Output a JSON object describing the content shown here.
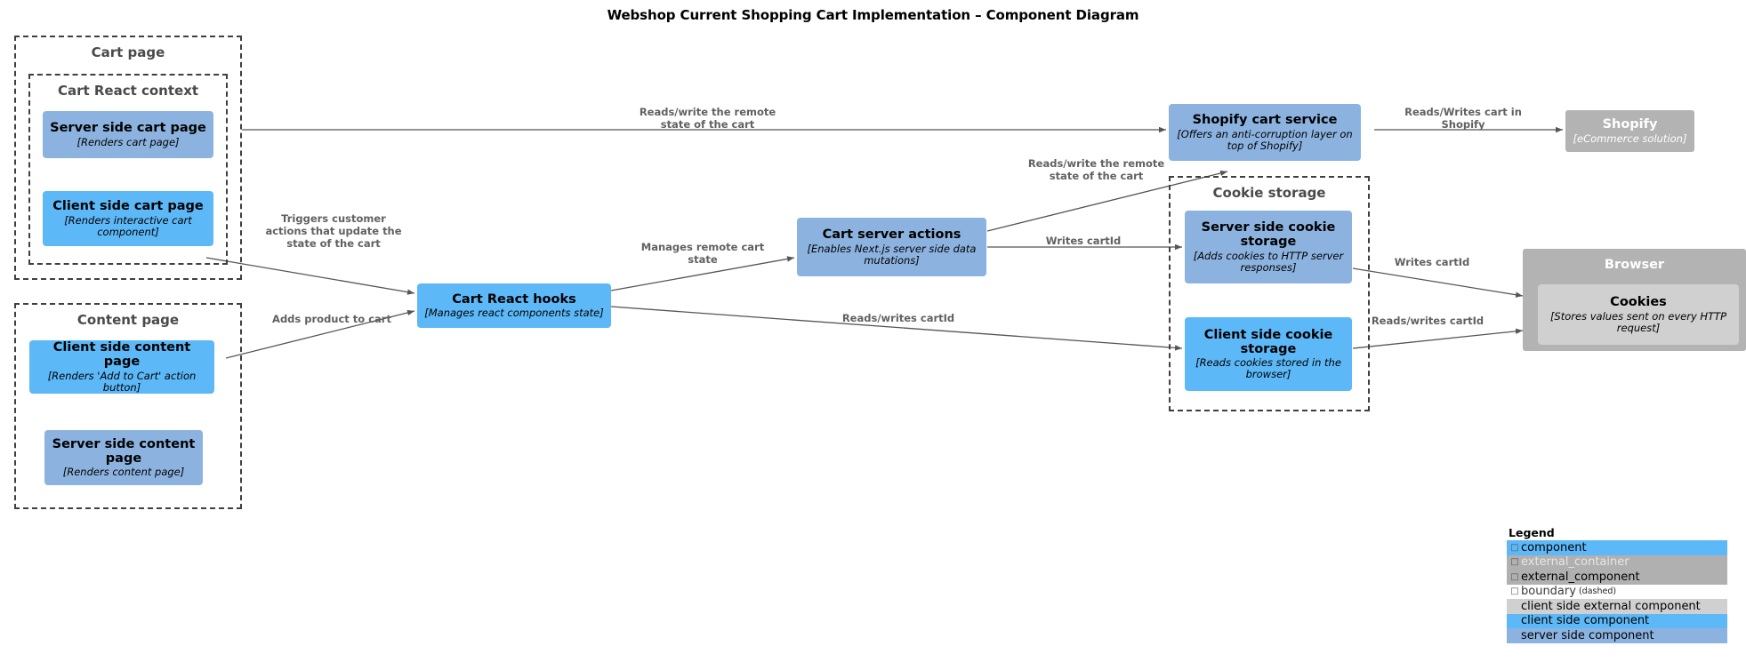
{
  "title": "Webshop Current Shopping Cart Implementation – Component Diagram",
  "boundaries": [
    {
      "name": "cart-page",
      "label": "Cart page"
    },
    {
      "name": "cart-react-context",
      "label": "Cart React context"
    },
    {
      "name": "content-page",
      "label": "Content page"
    },
    {
      "name": "cookie-storage",
      "label": "Cookie storage"
    }
  ],
  "nodes": [
    {
      "name": "server-side-cart-page",
      "title": "Server side cart page",
      "desc": "[Renders cart page]",
      "kind": "server side component"
    },
    {
      "name": "client-side-cart-page",
      "title": "Client side cart page",
      "desc": "[Renders interactive cart component]",
      "kind": "client side component"
    },
    {
      "name": "client-side-content-page",
      "title": "Client side content page",
      "desc": "[Renders 'Add to Cart' action button]",
      "kind": "client side component"
    },
    {
      "name": "server-side-content-page",
      "title": "Server side content page",
      "desc": "[Renders content page]",
      "kind": "server side component"
    },
    {
      "name": "cart-react-hooks",
      "title": "Cart React hooks",
      "desc": "[Manages react components state]",
      "kind": "client side component"
    },
    {
      "name": "cart-server-actions",
      "title": "Cart server actions",
      "desc": "[Enables Next.js server side data mutations]",
      "kind": "server side component"
    },
    {
      "name": "shopify-cart-service",
      "title": "Shopify cart service",
      "desc": "[Offers an anti-corruption layer on top of Shopify]",
      "kind": "server side component"
    },
    {
      "name": "server-side-cookie-storage",
      "title": "Server side cookie storage",
      "desc": "[Adds cookies to HTTP server responses]",
      "kind": "server side component"
    },
    {
      "name": "client-side-cookie-storage",
      "title": "Client side cookie storage",
      "desc": "[Reads cookies stored in the browser]",
      "kind": "client side component"
    },
    {
      "name": "shopify",
      "title": "Shopify",
      "desc": "[eCommerce solution]",
      "kind": "external_component"
    },
    {
      "name": "browser",
      "title": "Browser",
      "desc": "",
      "kind": "external_container"
    },
    {
      "name": "cookies",
      "title": "Cookies",
      "desc": "[Stores values sent on every HTTP request]",
      "kind": "client side external component"
    }
  ],
  "edges": [
    {
      "name": "edge-cart-page-to-shopify-service",
      "label": "Reads/write the remote\nstate of the cart"
    },
    {
      "name": "edge-hooks-to-shopify-service",
      "label": "Reads/write the remote\nstate of the cart"
    },
    {
      "name": "edge-client-cart-to-hooks",
      "label": "Triggers customer\nactions that update the\nstate of the cart"
    },
    {
      "name": "edge-content-to-hooks",
      "label": "Adds product to cart"
    },
    {
      "name": "edge-hooks-to-server-actions",
      "label": "Manages remote cart\nstate"
    },
    {
      "name": "edge-server-actions-to-server-cookie",
      "label": "Writes cartId"
    },
    {
      "name": "edge-hooks-to-client-cookie",
      "label": "Reads/writes cartId"
    },
    {
      "name": "edge-shopify-service-to-shopify",
      "label": "Reads/Writes cart in\nShopify"
    },
    {
      "name": "edge-server-cookie-to-cookies",
      "label": "Writes cartId"
    },
    {
      "name": "edge-client-cookie-to-cookies",
      "label": "Reads/writes cartId"
    }
  ],
  "legend": {
    "title": "Legend",
    "items": [
      {
        "name": "legend-component",
        "label": "component",
        "glyph": "□",
        "note": ""
      },
      {
        "name": "legend-external-container",
        "label": "external_container",
        "glyph": "□",
        "note": ""
      },
      {
        "name": "legend-external-component",
        "label": "external_component",
        "glyph": "□",
        "note": ""
      },
      {
        "name": "legend-boundary",
        "label": "boundary",
        "glyph": "□",
        "note": "(dashed)"
      },
      {
        "name": "legend-client-side-external-component",
        "label": "client side external component",
        "glyph": "",
        "note": ""
      },
      {
        "name": "legend-client-side-component",
        "label": "client side component",
        "glyph": "",
        "note": ""
      },
      {
        "name": "legend-server-side-component",
        "label": "server side component",
        "glyph": "",
        "note": ""
      }
    ]
  },
  "colors": {
    "server_side_component": "#8cb3e0",
    "client_side_component": "#5cb8f7",
    "external": "#b3b3b3",
    "client_side_external": "#d0d0d0",
    "boundary_stroke": "#3f3f3f",
    "edge_stroke": "#555555",
    "label_text": "#616161"
  }
}
